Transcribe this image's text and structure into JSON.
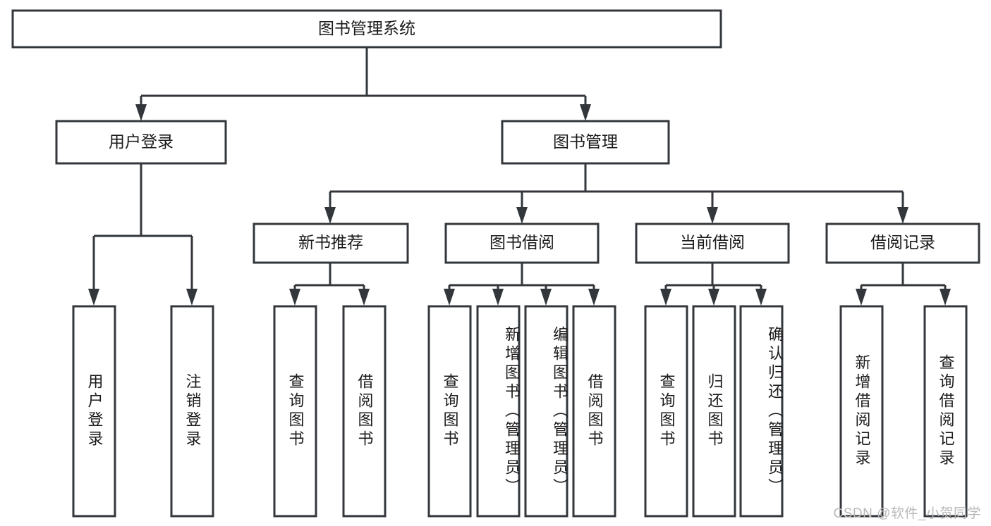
{
  "diagram": {
    "type": "tree-hierarchy",
    "title": "图书管理系统",
    "watermark": "CSDN @软件_小贺同学",
    "colors": {
      "stroke": "#33373b",
      "fill": "#ffffff",
      "text": "#1b1b1b",
      "watermark": "#b9b9b9",
      "background": "#ffffff"
    },
    "root": {
      "label": "图书管理系统"
    },
    "level1": [
      {
        "label": "用户登录"
      },
      {
        "label": "图书管理"
      }
    ],
    "level2": [
      {
        "label": "新书推荐"
      },
      {
        "label": "图书借阅"
      },
      {
        "label": "当前借阅"
      },
      {
        "label": "借阅记录"
      }
    ],
    "leaves": {
      "user_login": [
        {
          "label": "用户登录"
        },
        {
          "label": "注销登录"
        }
      ],
      "new_book_recommend": [
        {
          "label": "查询图书"
        },
        {
          "label": "借阅图书"
        }
      ],
      "book_borrow": [
        {
          "label": "查询图书"
        },
        {
          "label": "新增图书（管理员）"
        },
        {
          "label": "编辑图书（管理员）"
        },
        {
          "label": "借阅图书"
        }
      ],
      "current_borrow": [
        {
          "label": "查询图书"
        },
        {
          "label": "归还图书"
        },
        {
          "label": "确认归还（管理员）"
        }
      ],
      "borrow_record": [
        {
          "label": "新增借阅记录"
        },
        {
          "label": "查询借阅记录"
        }
      ]
    }
  }
}
